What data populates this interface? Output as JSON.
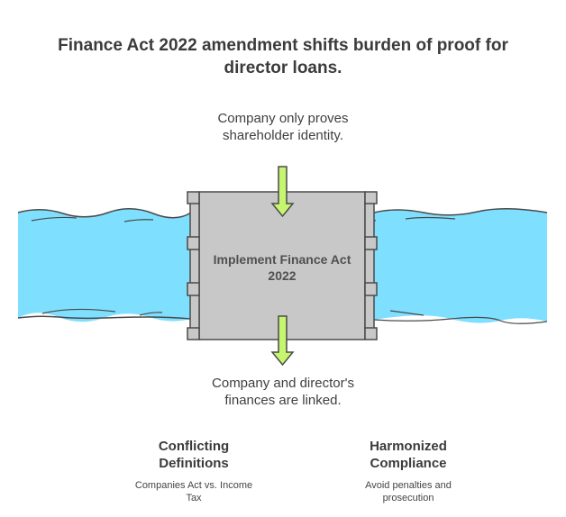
{
  "title": "Finance Act 2022 amendment shifts burden of proof for director loans.",
  "gate": {
    "label": "Implement Finance Act 2022"
  },
  "input": {
    "text": "Company only proves shareholder identity."
  },
  "output": {
    "text": "Company and director's finances are linked."
  },
  "left": {
    "heading": "Conflicting Definitions",
    "text": "Companies Act vs. Income Tax"
  },
  "right": {
    "heading": "Harmonized Compliance",
    "text": "Avoid penalties and prosecution"
  },
  "colors": {
    "water": "#7fdfff",
    "gate": "#c8c8c8",
    "arrow": "#c6f56f",
    "stroke": "#4a4a4a"
  }
}
